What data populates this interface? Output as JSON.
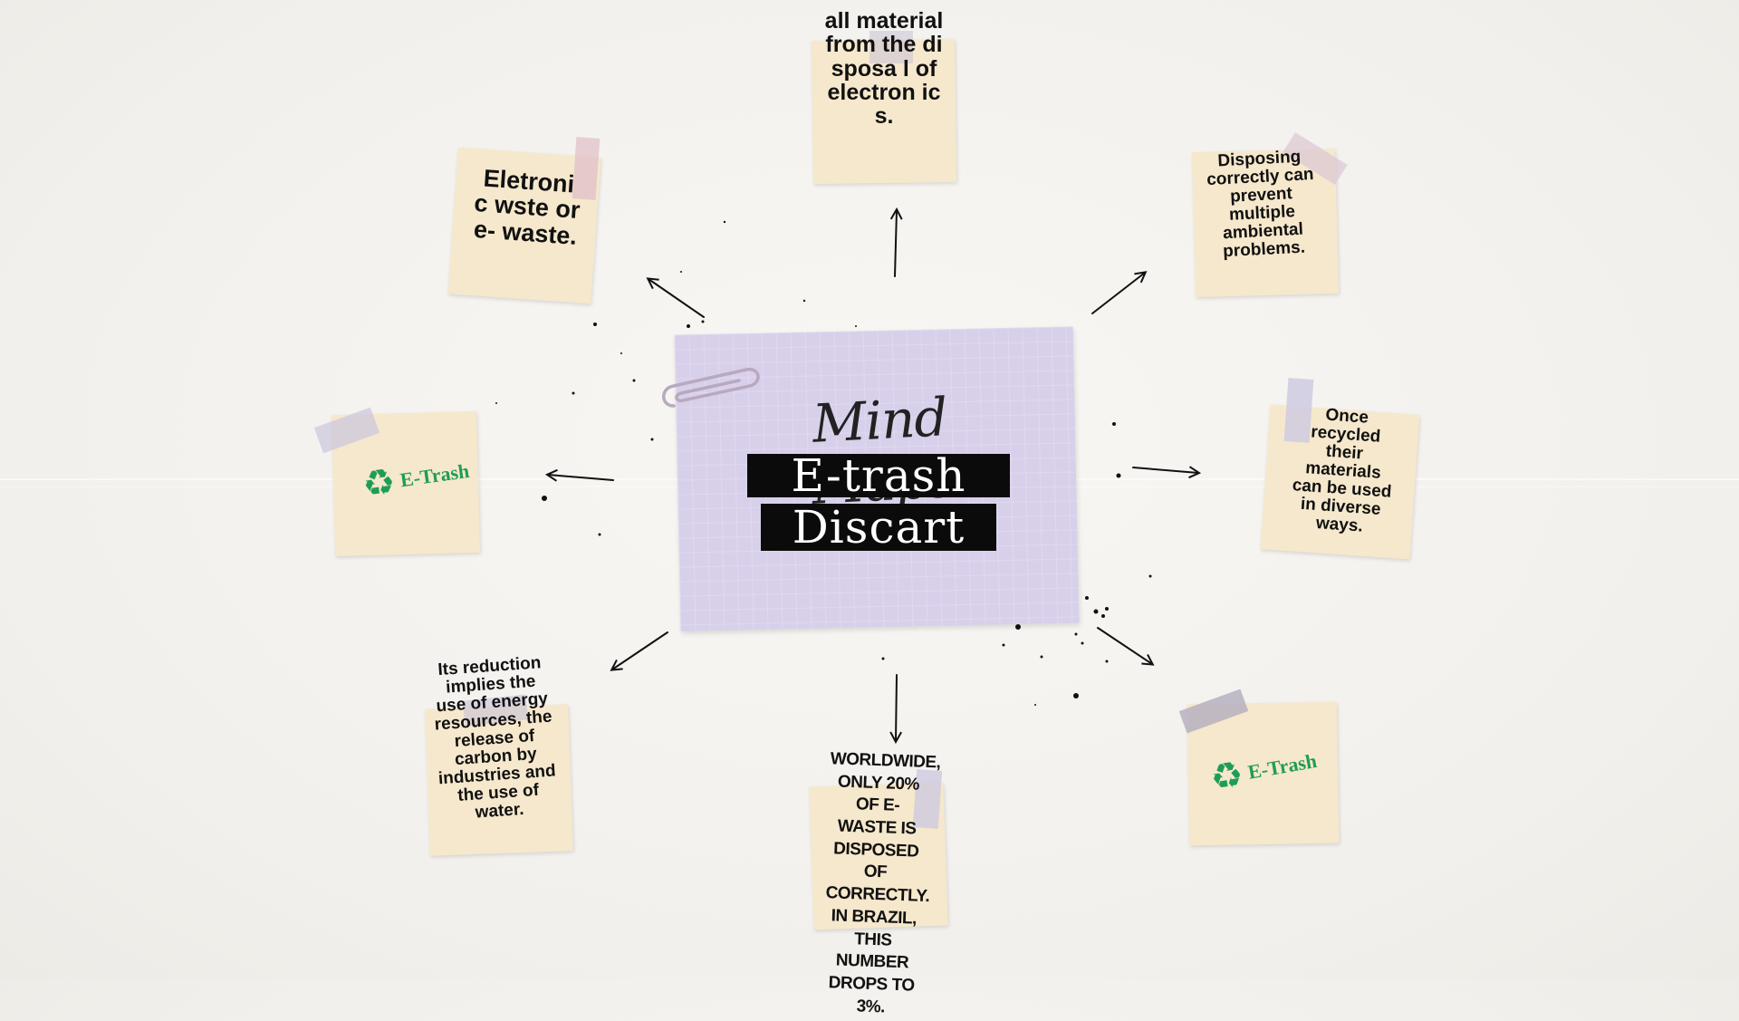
{
  "center": {
    "subtitle": "Mind Maps",
    "title_line1": "E-trash",
    "title_line2": "Discart"
  },
  "notes": {
    "top": "all material from the disposa l of electron ics.",
    "top_left": "Eletroni c wste or e- waste.",
    "top_right": "Disposing correctly can prevent multiple ambiental problems.",
    "right": "Once recycled their materials can be used in diverse ways.",
    "bottom": "WORLDWIDE, ONLY 20% OF E-WASTE IS DISPOSED OF CORRECTLY. IN BRAZIL, THIS NUMBER DROPS TO 3%.",
    "bottom_left": "Its reduction implies the use of energy resources, the release of carbon by industries and the use of water."
  },
  "logo": {
    "text": "E-Trash",
    "icon": "recycle-icon"
  },
  "colors": {
    "note": "#f6e8cc",
    "main_card": "#d8d0ea",
    "title_band": "#0b0b0b",
    "logo_green": "#1f9d58",
    "tape": "#c9c2d8"
  }
}
